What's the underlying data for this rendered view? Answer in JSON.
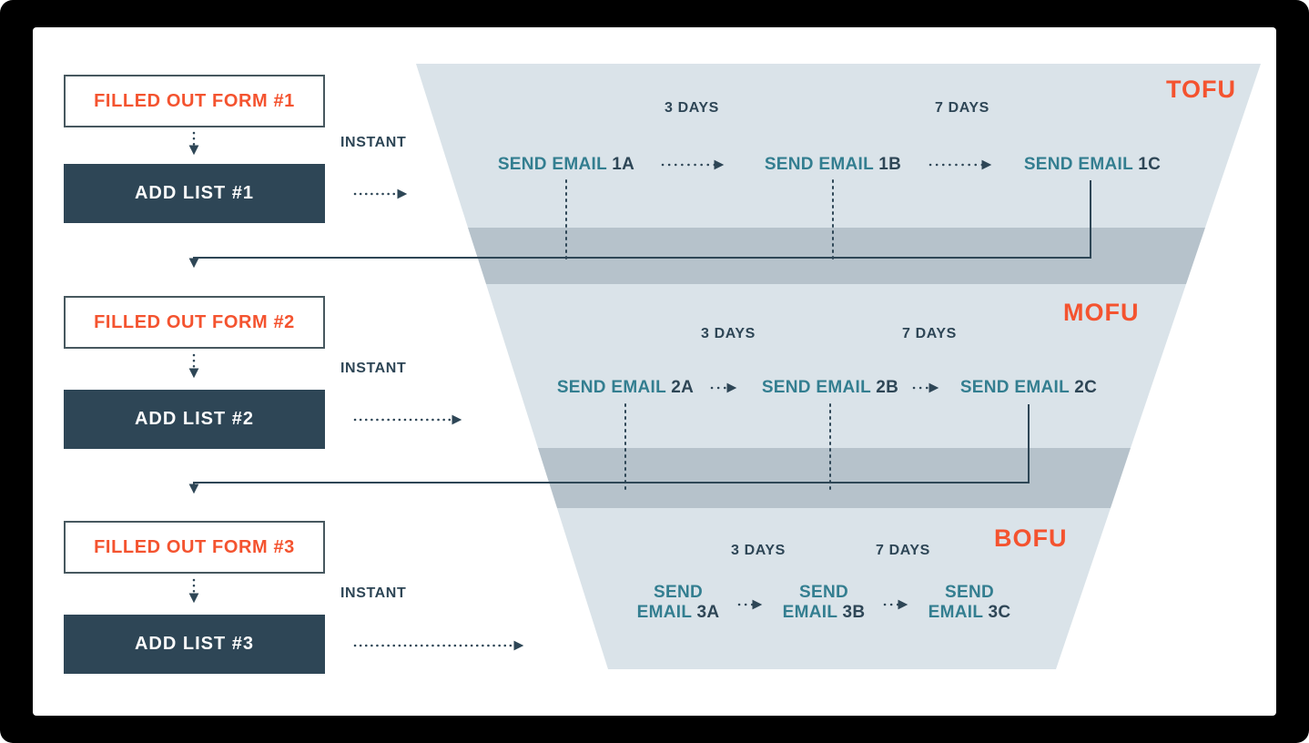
{
  "colors": {
    "frame": "#000000",
    "canvas": "#FFFFFF",
    "funnel_light": "#DAE3E9",
    "funnel_shadow": "#B6C2CB",
    "navy": "#2E4656",
    "orange": "#F4532F",
    "teal": "#337E90"
  },
  "rows": [
    {
      "stage": "TOFU",
      "form_label": "FILLED OUT FORM #1",
      "list_label": "ADD LIST #1",
      "instant_label": "INSTANT",
      "delays": [
        "3 DAYS",
        "7 DAYS"
      ],
      "emails": [
        {
          "action": "SEND EMAIL",
          "code": "1A"
        },
        {
          "action": "SEND EMAIL",
          "code": "1B"
        },
        {
          "action": "SEND EMAIL",
          "code": "1C"
        }
      ]
    },
    {
      "stage": "MOFU",
      "form_label": "FILLED OUT FORM #2",
      "list_label": "ADD LIST #2",
      "instant_label": "INSTANT",
      "delays": [
        "3 DAYS",
        "7 DAYS"
      ],
      "emails": [
        {
          "action": "SEND EMAIL",
          "code": "2A"
        },
        {
          "action": "SEND EMAIL",
          "code": "2B"
        },
        {
          "action": "SEND EMAIL",
          "code": "2C"
        }
      ]
    },
    {
      "stage": "BOFU",
      "form_label": "FILLED OUT FORM #3",
      "list_label": "ADD LIST #3",
      "instant_label": "INSTANT",
      "delays": [
        "3 DAYS",
        "7 DAYS"
      ],
      "emails": [
        {
          "action": "SEND EMAIL",
          "code": "3A"
        },
        {
          "action": "SEND EMAIL",
          "code": "3B"
        },
        {
          "action": "SEND EMAIL",
          "code": "3C"
        }
      ]
    }
  ]
}
